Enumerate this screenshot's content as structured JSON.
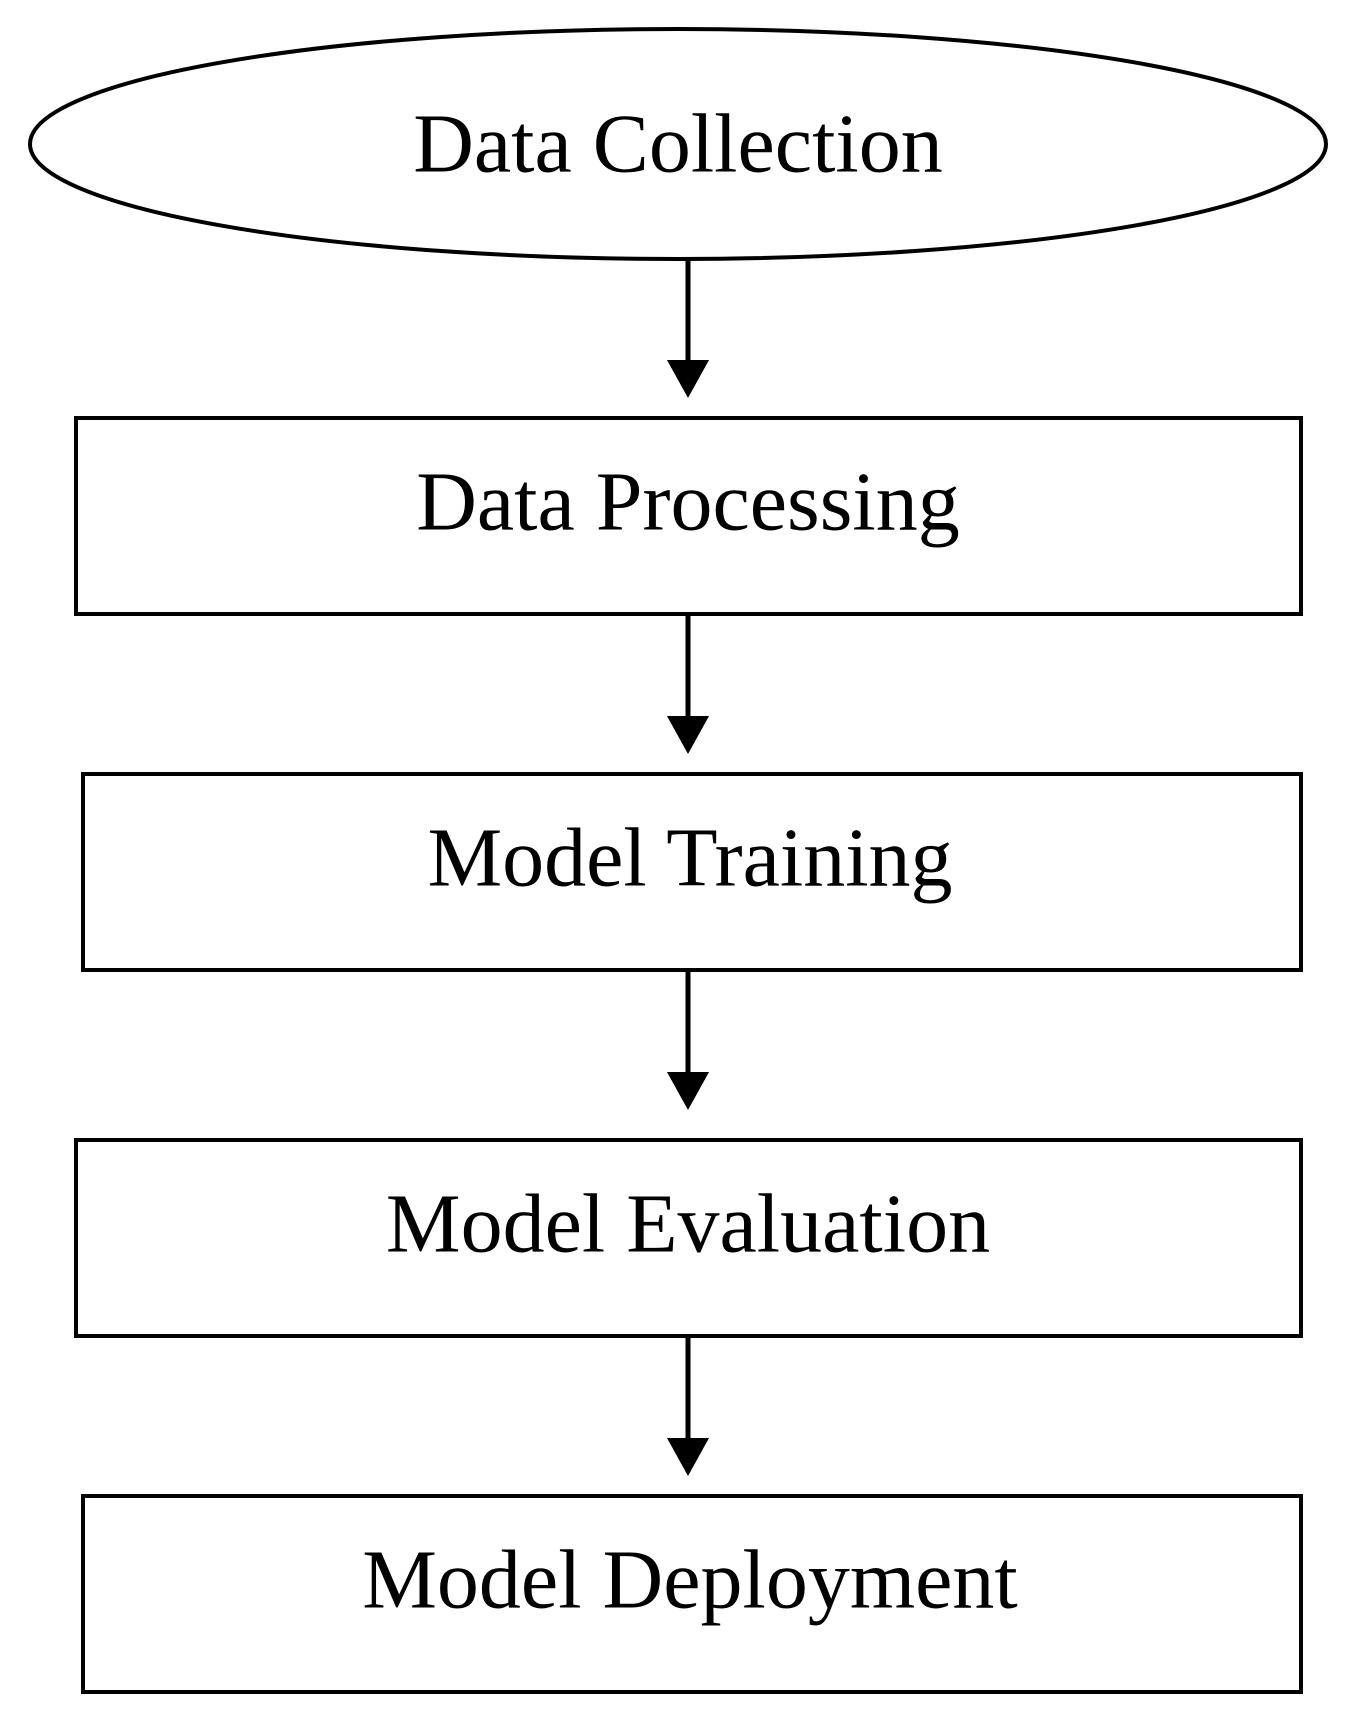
{
  "diagram": {
    "type": "flowchart",
    "direction": "top-to-bottom",
    "stroke_color": "#000000",
    "background_color": "#ffffff",
    "nodes": [
      {
        "id": "data-collection",
        "shape": "ellipse",
        "label": "Data Collection"
      },
      {
        "id": "data-processing",
        "shape": "rectangle",
        "label": "Data Processing"
      },
      {
        "id": "model-training",
        "shape": "rectangle",
        "label": "Model Training"
      },
      {
        "id": "model-evaluation",
        "shape": "rectangle",
        "label": "Model Evaluation"
      },
      {
        "id": "model-deployment",
        "shape": "rectangle",
        "label": "Model Deployment"
      }
    ],
    "edges": [
      {
        "from": "data-collection",
        "to": "data-processing"
      },
      {
        "from": "data-processing",
        "to": "model-training"
      },
      {
        "from": "model-training",
        "to": "model-evaluation"
      },
      {
        "from": "model-evaluation",
        "to": "model-deployment"
      }
    ]
  }
}
